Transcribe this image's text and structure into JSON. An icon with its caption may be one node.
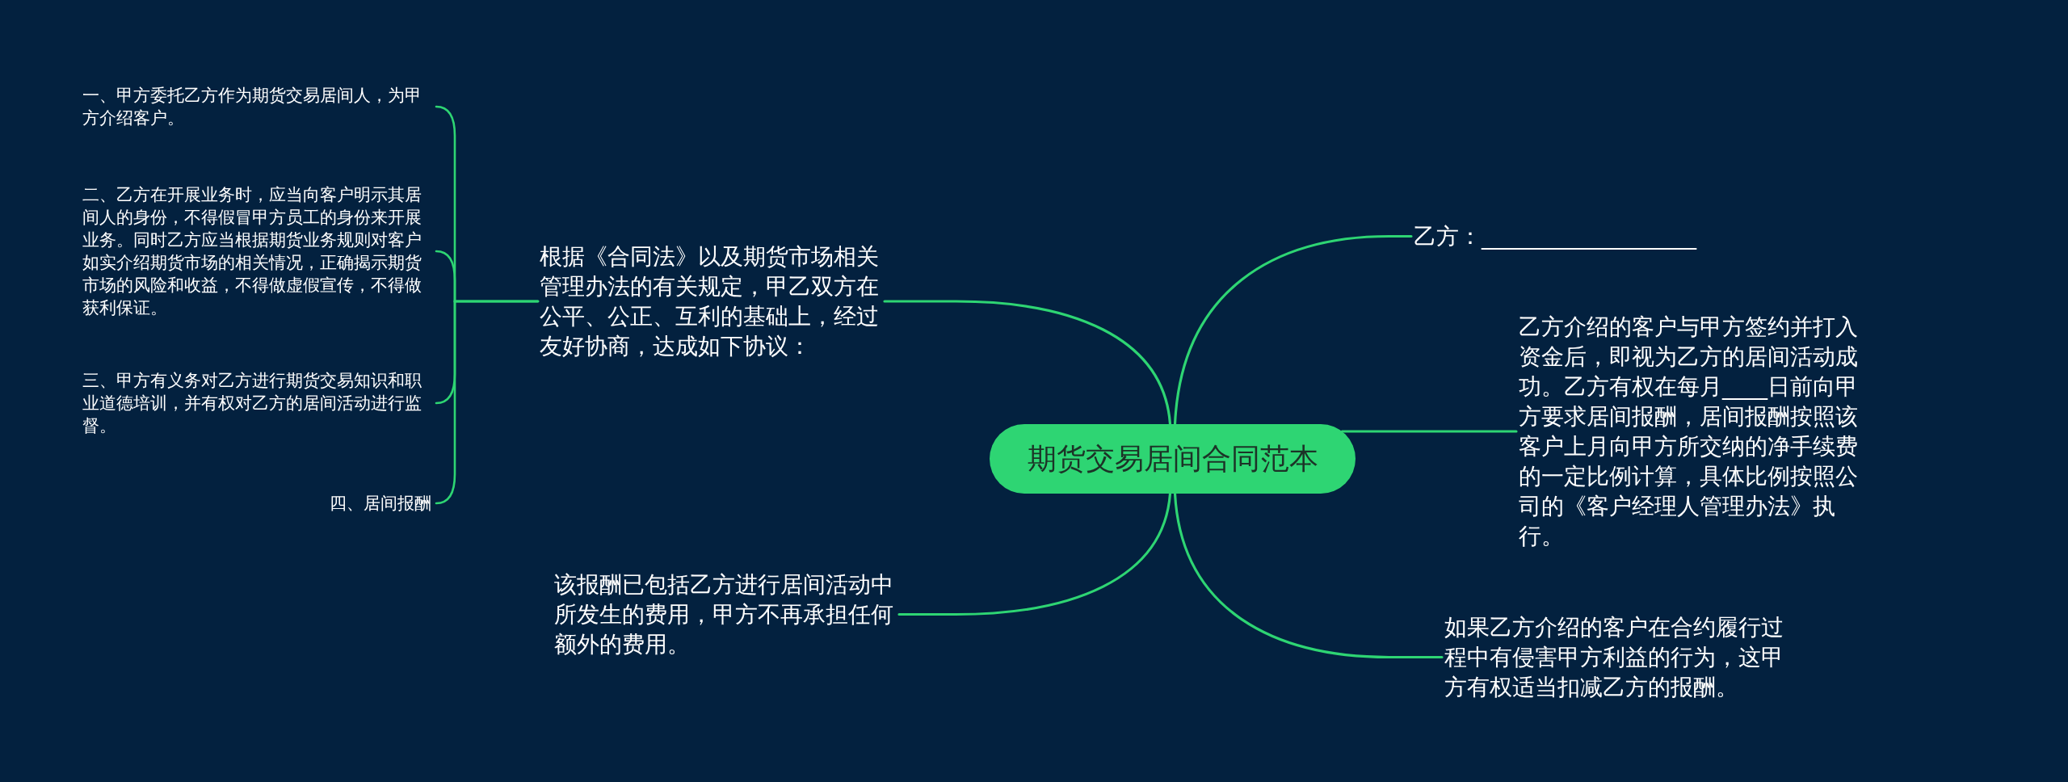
{
  "diagram": {
    "nodes": [
      {
        "text": [
          "期货交易居间合同范本"
        ]
      },
      {
        "text": [
          "根据《合同法》以及期货市场相关管理办法的有关规定，甲乙双方在公平、公正、互利的基础上，经过友好协商，达成如下协议："
        ]
      },
      {
        "text": [
          "一、甲方委托乙方作为期货交易居间人，为甲方介绍客户。"
        ]
      },
      {
        "text": [
          "二、乙方在开展业务时，应当向客户明示其居间人的身份，不得假冒甲方员工的身份来开展业务。同时乙方应当根据期货业务规则对客户如实介绍期货市场的相关情况，正确揭示期货市场的风险和收益，不得做虚假宣传，不得做获利保证。"
        ]
      },
      {
        "text": [
          "三、甲方有义务对乙方进行期货交易知识和职业道德培训，并有权对乙方的居间活动进行监督。"
        ]
      },
      {
        "text": [
          "四、居间报酬"
        ]
      },
      {
        "text": [
          "该报酬已包括乙方进行居间活动中所发生的费用，甲方不再承担任何额外的费用。"
        ]
      },
      {
        "text": [
          "乙方：___________________"
        ]
      },
      {
        "text": [
          "乙方介绍的客户与甲方签约并打入资金后，即视为乙方的居间活动成功。乙方有权在每月____日前向甲方要求居间报酬，居间报酬按照该客户上月向甲方所交纳的净手续费的一定比例计算，具体比例按照公司的《客户经理人管理办法》执行。"
        ]
      },
      {
        "text": [
          "如果乙方介绍的客户在合约履行过程中有侵害甲方利益的行为，这甲方有权适当扣减乙方的报酬。"
        ]
      }
    ],
    "edges": [
      {
        "from": 0,
        "to": 1,
        "arrow": "none"
      },
      {
        "from": 1,
        "to": 2,
        "arrow": "none"
      },
      {
        "from": 1,
        "to": 3,
        "arrow": "none"
      },
      {
        "from": 1,
        "to": 4,
        "arrow": "none"
      },
      {
        "from": 1,
        "to": 5,
        "arrow": "none"
      },
      {
        "from": 0,
        "to": 6,
        "arrow": "none"
      },
      {
        "from": 0,
        "to": 7,
        "arrow": "none"
      },
      {
        "from": 0,
        "to": 8,
        "arrow": "none"
      },
      {
        "from": 0,
        "to": 9,
        "arrow": "none"
      }
    ]
  }
}
